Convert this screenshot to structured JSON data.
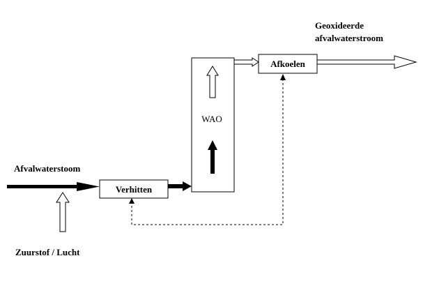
{
  "labels": {
    "input_stream": "Afvalwaterstoom",
    "oxygen": "Zuurstof / Lucht",
    "heater": "Verhitten",
    "reactor": "WAO",
    "cooler": "Afkoelen",
    "output_line1": "Geoxideerde",
    "output_line2": "afvalwaterstroom"
  }
}
